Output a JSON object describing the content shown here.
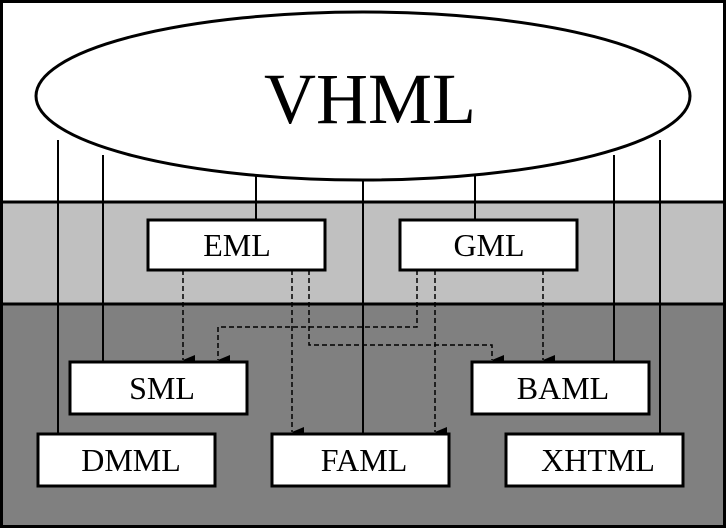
{
  "title": "VHML",
  "colors": {
    "top_band": "#ffffff",
    "middle_band": "#c0c0c0",
    "bottom_band": "#808080",
    "box": "#ffffff",
    "line": "#000000"
  },
  "boxes": {
    "eml": "EML",
    "gml": "GML",
    "sml": "SML",
    "baml": "BAML",
    "dmml": "DMML",
    "faml": "FAML",
    "xhtml": "XHTML"
  }
}
